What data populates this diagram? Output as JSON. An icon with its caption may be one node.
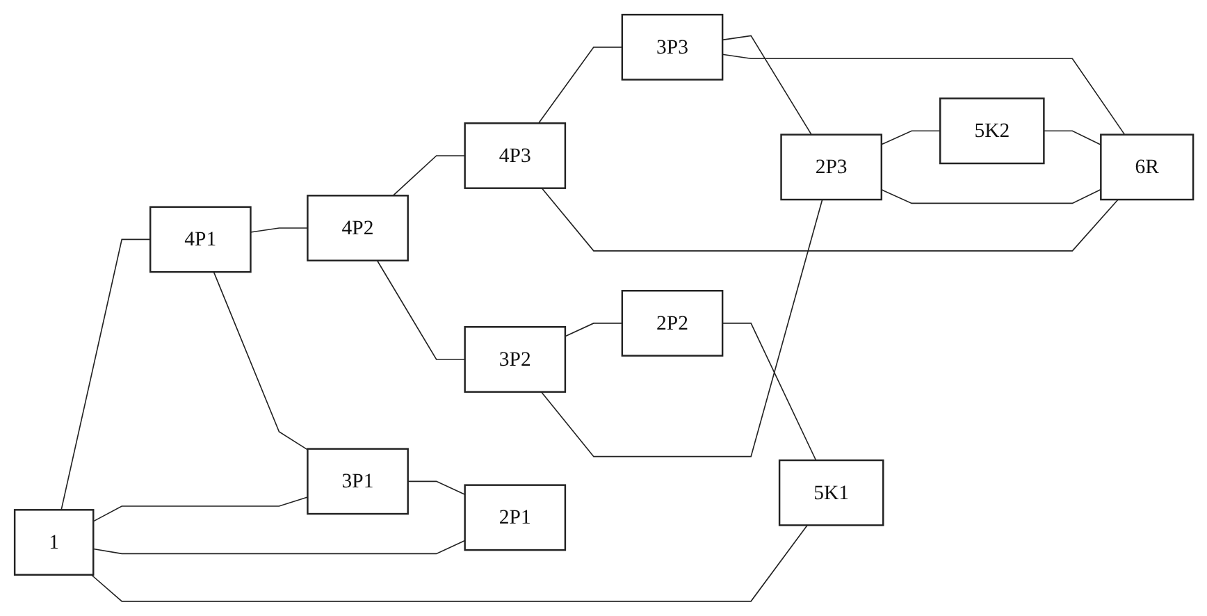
{
  "diagram": {
    "nodes": [
      {
        "text": [
          "4P1"
        ]
      },
      {
        "text": [
          "4P2"
        ]
      },
      {
        "text": [
          "4P3"
        ]
      },
      {
        "text": [
          "3P1"
        ]
      },
      {
        "text": [
          "3P2"
        ]
      },
      {
        "text": [
          "3P3"
        ]
      },
      {
        "text": [
          "2P1"
        ]
      },
      {
        "text": [
          "2P2"
        ]
      },
      {
        "text": [
          "2P3"
        ]
      },
      {
        "text": [
          "1"
        ]
      },
      {
        "text": [
          "6R"
        ]
      },
      {
        "text": [
          "5K1"
        ]
      },
      {
        "text": [
          "5K2"
        ]
      }
    ],
    "edges": [
      {
        "from": 9,
        "to": 0,
        "arrow": "none"
      },
      {
        "from": 9,
        "to": 3,
        "arrow": "none"
      },
      {
        "from": 9,
        "to": 6,
        "arrow": "none"
      },
      {
        "from": 9,
        "to": 11,
        "arrow": "none"
      },
      {
        "from": 0,
        "to": 1,
        "arrow": "none"
      },
      {
        "from": 1,
        "to": 2,
        "arrow": "none"
      },
      {
        "from": 0,
        "to": 3,
        "arrow": "none"
      },
      {
        "from": 3,
        "to": 6,
        "arrow": "none"
      },
      {
        "from": 1,
        "to": 4,
        "arrow": "none"
      },
      {
        "from": 4,
        "to": 7,
        "arrow": "none"
      },
      {
        "from": 7,
        "to": 11,
        "arrow": "none"
      },
      {
        "from": 2,
        "to": 5,
        "arrow": "none"
      },
      {
        "from": 5,
        "to": 8,
        "arrow": "none"
      },
      {
        "from": 4,
        "to": 8,
        "arrow": "none"
      },
      {
        "from": 8,
        "to": 12,
        "arrow": "none"
      },
      {
        "from": 2,
        "to": 10,
        "arrow": "none"
      },
      {
        "from": 5,
        "to": 10,
        "arrow": "none"
      },
      {
        "from": 8,
        "to": 10,
        "arrow": "none"
      },
      {
        "from": 12,
        "to": 10,
        "arrow": "none"
      }
    ]
  }
}
